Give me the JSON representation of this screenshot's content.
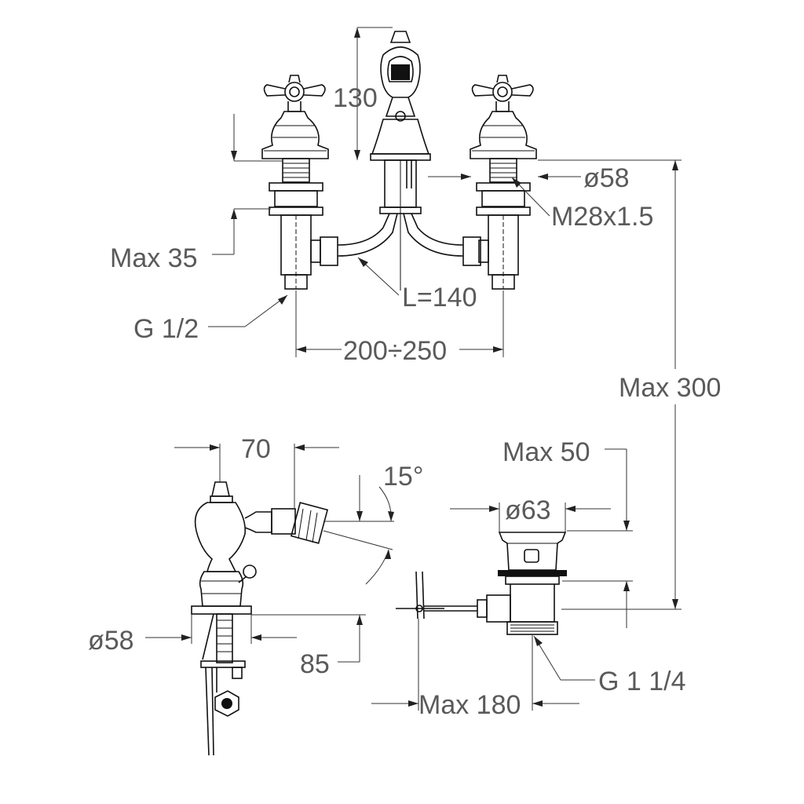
{
  "dimensions": {
    "top_view": {
      "height_130": "130",
      "diameter_58": "ø58",
      "thread_m28": "M28x1.5",
      "max_35": "Max 35",
      "hose_length": "L=140",
      "inlet_thread": "G 1/2",
      "spacing": "200÷250",
      "max_300": "Max 300"
    },
    "side_view": {
      "spout_70": "70",
      "angle": "15°",
      "base_diameter": "ø58",
      "height_85": "85"
    },
    "waste_view": {
      "max_50": "Max 50",
      "diameter_63": "ø63",
      "waste_thread": "G 1 1/4",
      "max_180": "Max 180"
    }
  }
}
